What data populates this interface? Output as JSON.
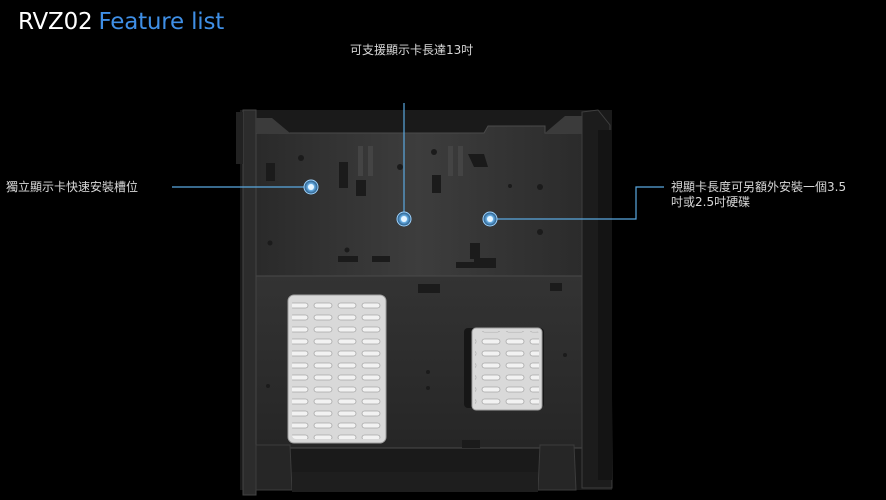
{
  "title": {
    "model": "RVZ02",
    "feature": "Feature list"
  },
  "callouts": {
    "top": "可支援顯示卡長達13吋",
    "left": "獨立顯示卡快速安裝槽位",
    "right_line1": "視顯卡長度可另額外安裝一個3.5",
    "right_line2": "吋或2.5吋硬碟"
  },
  "colors": {
    "background": "#000000",
    "accent": "#3f8fe6",
    "leader_line": "#5aa8e0",
    "marker_glow": "#7ec4f2",
    "chassis": "#3a3a3a",
    "bay_plate": "#d9d9d9",
    "text": "#d8d8d8"
  },
  "icons": {
    "marker": "glowing-circle-marker"
  }
}
